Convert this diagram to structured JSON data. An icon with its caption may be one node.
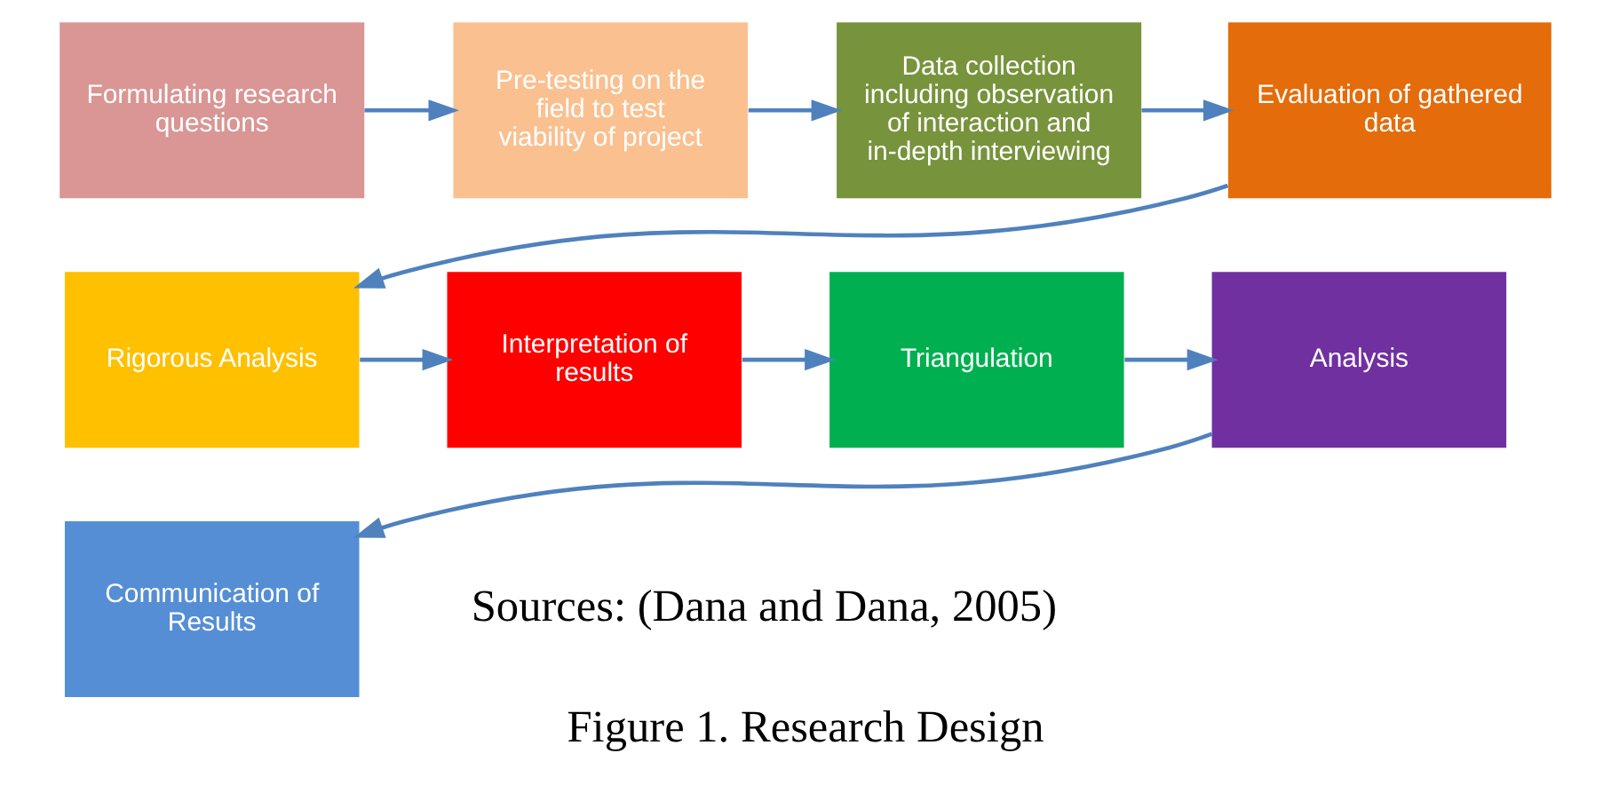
{
  "diagram": {
    "caption": "Figure 1. Research Design",
    "nodes": [
      {
        "text": [
          "Formulating research questions"
        ]
      },
      {
        "text": [
          "Pre-testing on the field to test viability of project"
        ]
      },
      {
        "text": [
          "Data collection including observation of interaction and in-depth interviewing"
        ]
      },
      {
        "text": [
          "Evaluation of gathered data"
        ]
      },
      {
        "text": [
          "Rigorous Analysis"
        ]
      },
      {
        "text": [
          "Interpretation of results"
        ]
      },
      {
        "text": [
          "Triangulation"
        ]
      },
      {
        "text": [
          "Analysis"
        ]
      },
      {
        "text": [
          "Communication of Results"
        ]
      }
    ],
    "edges": [
      {
        "from": 0,
        "to": 1,
        "arrow": "to"
      },
      {
        "from": 1,
        "to": 2,
        "arrow": "to"
      },
      {
        "from": 2,
        "to": 3,
        "arrow": "to"
      },
      {
        "from": 3,
        "to": 4,
        "arrow": "to"
      },
      {
        "from": 4,
        "to": 5,
        "arrow": "to"
      },
      {
        "from": 5,
        "to": 6,
        "arrow": "to"
      },
      {
        "from": 6,
        "to": 7,
        "arrow": "to"
      },
      {
        "from": 7,
        "to": 8,
        "arrow": "to"
      }
    ],
    "labels": [
      "Sources: (Dana and Dana, 2005)"
    ]
  }
}
